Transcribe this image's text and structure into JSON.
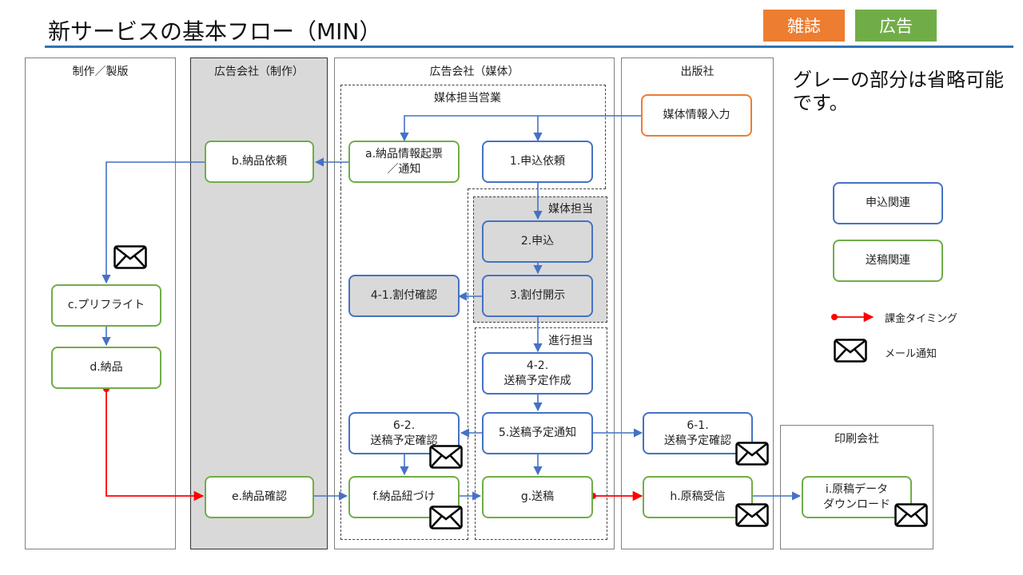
{
  "title": "新サービスの基本フロー（MIN）",
  "tags": {
    "magazine": "雑誌",
    "ad": "広告"
  },
  "lanes": {
    "production": "制作／製版",
    "agency_production": "広告会社（制作）",
    "agency_media": "広告会社（媒体）",
    "publisher": "出版社",
    "printer": "印刷会社"
  },
  "groups": {
    "media_sales": "媒体担当営業",
    "media_rep": "媒体担当",
    "progress_rep": "進行担当"
  },
  "nodes": {
    "media_info": "媒体情報入力",
    "a": "a.納品情報起票\n／通知",
    "b": "b.納品依頼",
    "c": "c.プリフライト",
    "d": "d.納品",
    "e": "e.納品確認",
    "f": "f.納品紐づけ",
    "g": "g.送稿",
    "h": "h.原稿受信",
    "i": "i.原稿データ\nダウンロード",
    "n1": "1.申込依頼",
    "n2": "2.申込",
    "n3": "3.割付開示",
    "n41": "4-1.割付確認",
    "n42": "4-2.\n送稿予定作成",
    "n5": "5.送稿予定通知",
    "n61": "6-1.\n送稿予定確認",
    "n62": "6-2.\n送稿予定確認"
  },
  "note": "グレーの部分は省略可能\nです。",
  "legend": {
    "apply": "申込関連",
    "send": "送稿関連",
    "billing": "課金タイミング",
    "mail": "メール通知"
  },
  "colors": {
    "blue": "#4472c4",
    "green": "#70ad47",
    "orange": "#ed7d31",
    "red": "#ff0000",
    "gray": "#d9d9d9",
    "title_rule": "#2e75b6"
  }
}
